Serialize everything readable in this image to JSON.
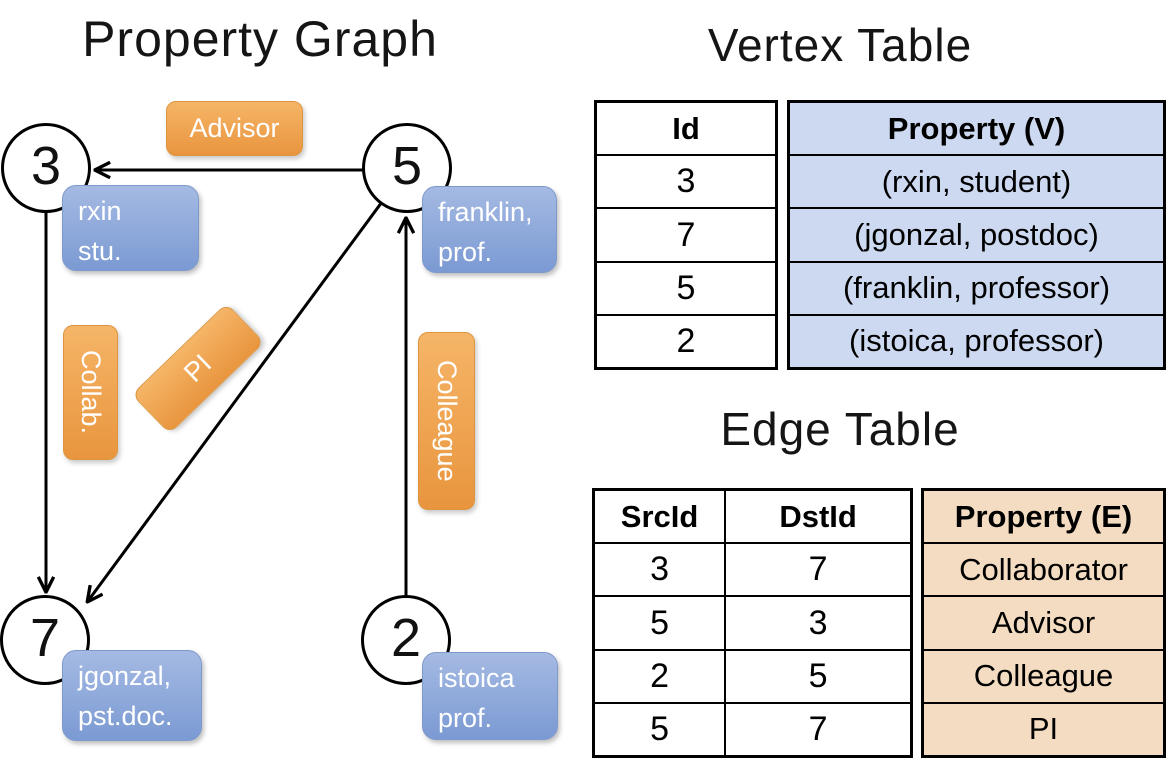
{
  "colors": {
    "orange-top": "#F5B567",
    "orange-bottom": "#E9953E",
    "orange-border": "#DD9540",
    "blue-top": "#A5BAE3",
    "blue-bottom": "#7B9AD3",
    "blue-border": "#7E99CC",
    "vertex-fill": "#CDD9F0",
    "edge-fill": "#F3DCC1",
    "ink": "#000000"
  },
  "graph": {
    "title": "Property Graph",
    "nodes": [
      {
        "id": "3",
        "line1": "rxin",
        "line2": "stu."
      },
      {
        "id": "5",
        "line1": "franklin,",
        "line2": "prof."
      },
      {
        "id": "7",
        "line1": "jgonzal,",
        "line2": "pst.doc."
      },
      {
        "id": "2",
        "line1": "istoica",
        "line2": "prof."
      }
    ],
    "edges": [
      {
        "label": "Advisor",
        "from": "5",
        "to": "3"
      },
      {
        "label": "Collab.",
        "from": "3",
        "to": "7"
      },
      {
        "label": "PI",
        "from": "5",
        "to": "7"
      },
      {
        "label": "Colleague",
        "from": "2",
        "to": "5"
      }
    ]
  },
  "vertex_table": {
    "title": "Vertex Table",
    "headers": [
      "Id",
      "Property (V)"
    ],
    "rows": [
      [
        "3",
        "(rxin, student)"
      ],
      [
        "7",
        "(jgonzal, postdoc)"
      ],
      [
        "5",
        "(franklin, professor)"
      ],
      [
        "2",
        "(istoica, professor)"
      ]
    ]
  },
  "edge_table": {
    "title": "Edge Table",
    "headers": [
      "SrcId",
      "DstId",
      "Property (E)"
    ],
    "rows": [
      [
        "3",
        "7",
        "Collaborator"
      ],
      [
        "5",
        "3",
        "Advisor"
      ],
      [
        "2",
        "5",
        "Colleague"
      ],
      [
        "5",
        "7",
        "PI"
      ]
    ]
  }
}
